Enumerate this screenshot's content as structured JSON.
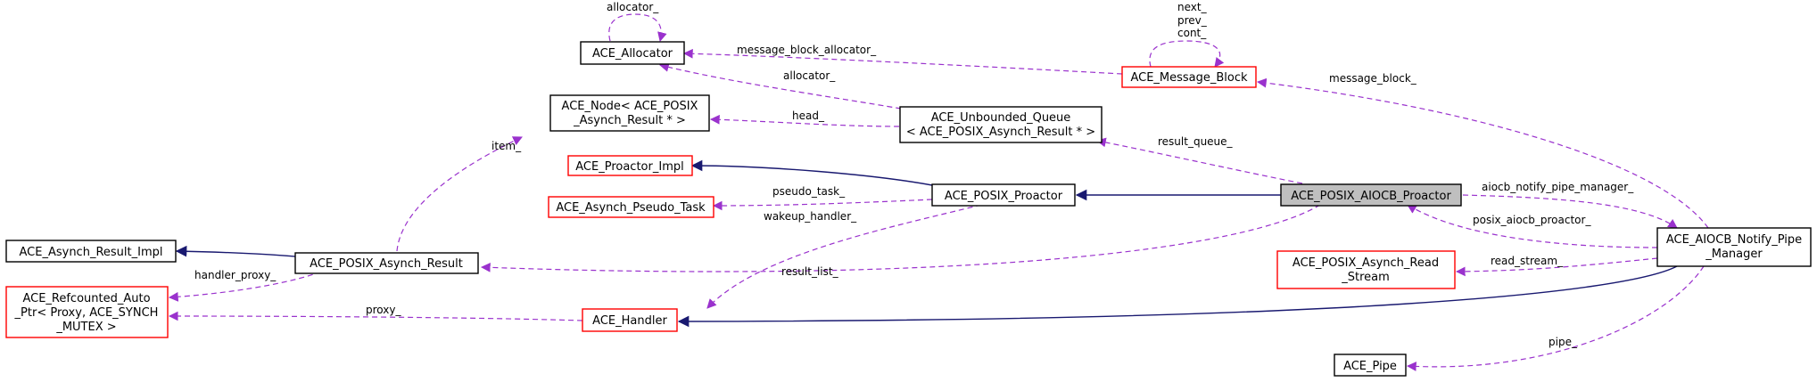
{
  "colors": {
    "usage_edge": "#9a32cd",
    "inherit_edge": "#191970",
    "node_border_default": "#000000",
    "node_border_truncated": "#ff0000",
    "focus_fill": "#bfbfbf"
  },
  "nodes": {
    "allocator": {
      "lines": [
        "ACE_Allocator"
      ]
    },
    "message_block": {
      "lines": [
        "ACE_Message_Block"
      ]
    },
    "node": {
      "lines": [
        "ACE_Node< ACE_POSIX",
        "_Asynch_Result * >"
      ]
    },
    "unbounded_queue": {
      "lines": [
        "ACE_Unbounded_Queue",
        "< ACE_POSIX_Asynch_Result * >"
      ]
    },
    "proactor_impl": {
      "lines": [
        "ACE_Proactor_Impl"
      ]
    },
    "asynch_pseudo_task": {
      "lines": [
        "ACE_Asynch_Pseudo_Task"
      ]
    },
    "posix_proactor": {
      "lines": [
        "ACE_POSIX_Proactor"
      ]
    },
    "aiocb_proactor": {
      "lines": [
        "ACE_POSIX_AIOCB_Proactor"
      ]
    },
    "asynch_result_impl": {
      "lines": [
        "ACE_Asynch_Result_Impl"
      ]
    },
    "posix_asynch_result": {
      "lines": [
        "ACE_POSIX_Asynch_Result"
      ]
    },
    "refcounted_auto_ptr": {
      "lines": [
        "ACE_Refcounted_Auto",
        "_Ptr< Proxy, ACE_SYNCH",
        "_MUTEX >"
      ]
    },
    "handler": {
      "lines": [
        "ACE_Handler"
      ]
    },
    "notify_pipe_manager": {
      "lines": [
        "ACE_AIOCB_Notify_Pipe",
        "_Manager"
      ]
    },
    "asynch_read_stream": {
      "lines": [
        "ACE_POSIX_Asynch_Read",
        "_Stream"
      ]
    },
    "pipe": {
      "lines": [
        "ACE_Pipe"
      ]
    }
  },
  "edge_labels": {
    "allocator_self": "allocator_",
    "message_block_allocator": "message_block_allocator_",
    "mb_next": "next_",
    "mb_prev": "prev_",
    "mb_cont": "cont_",
    "message_block": "message_block_",
    "queue_allocator": "allocator_",
    "head": "head_",
    "item": "item_",
    "result_queue": "result_queue_",
    "pseudo_task": "pseudo_task_",
    "wakeup_handler": "wakeup_handler_",
    "aiocb_notify_pipe_manager": "aiocb_notify_pipe_manager_",
    "posix_aiocb_proactor": "posix_aiocb_proactor_",
    "result_list": "result_list_",
    "read_stream": "read_stream_",
    "handler_proxy": "handler_proxy_",
    "proxy": "proxy_",
    "pipe": "pipe_"
  }
}
